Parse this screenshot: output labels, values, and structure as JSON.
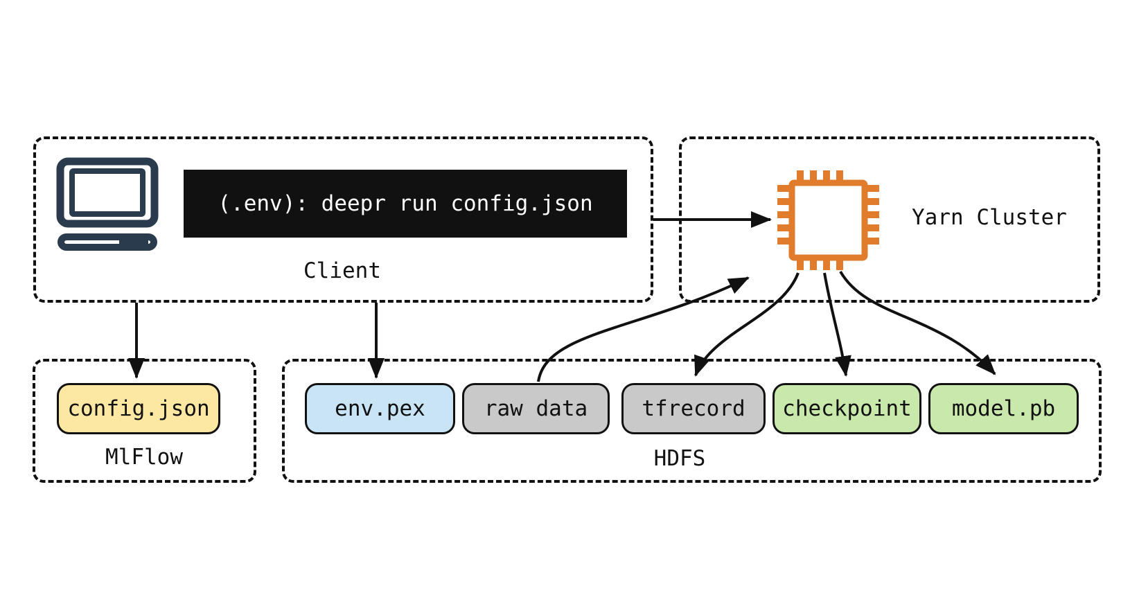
{
  "diagram_title": "deepr run workflow diagram",
  "colors": {
    "line": "#111111",
    "terminal_bg": "#111111",
    "terminal_text": "#ffffff",
    "computer_icon": "#2b3b4e",
    "chip_orange": "#e07c2b",
    "node_yellow": "#fce8a2",
    "node_blue": "#c8e4f5",
    "node_gray": "#c9c9c9",
    "node_green": "#c9e8ab"
  },
  "client": {
    "label": "Client",
    "terminal_command": "(.env): deepr run config.json",
    "computer_icon": "desktop-computer-icon"
  },
  "yarn": {
    "label": "Yarn Cluster",
    "chip_icon": "cpu-chip-icon"
  },
  "mlflow": {
    "label": "MlFlow",
    "nodes": [
      {
        "label": "config.json",
        "color": "#fce8a2"
      }
    ]
  },
  "hdfs": {
    "label": "HDFS",
    "nodes": [
      {
        "label": "env.pex",
        "color": "#c8e4f5"
      },
      {
        "label": "raw data",
        "color": "#c9c9c9"
      },
      {
        "label": "tfrecord",
        "color": "#c9c9c9"
      },
      {
        "label": "checkpoint",
        "color": "#c9e8ab"
      },
      {
        "label": "model.pb",
        "color": "#c9e8ab"
      }
    ]
  },
  "edges": [
    {
      "from": "terminal",
      "to": "yarn-chip"
    },
    {
      "from": "client",
      "to": "config.json"
    },
    {
      "from": "client",
      "to": "env.pex"
    },
    {
      "from": "raw data",
      "to": "yarn-chip"
    },
    {
      "from": "yarn-chip",
      "to": "tfrecord"
    },
    {
      "from": "yarn-chip",
      "to": "checkpoint"
    },
    {
      "from": "yarn-chip",
      "to": "model.pb"
    }
  ]
}
